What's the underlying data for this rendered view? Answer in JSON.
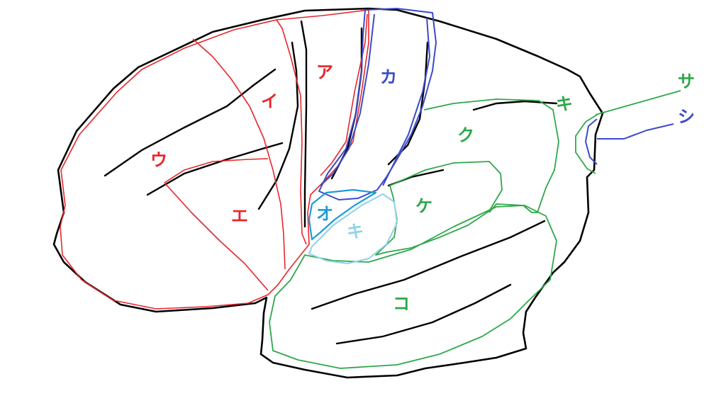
{
  "colors": {
    "outline": "#000000",
    "frontal": "#e8262b",
    "parietal": "#3b4bc8",
    "temporal": "#2ea84a",
    "insula": "#1e9bd8",
    "insula_inner": "#8fd3e6"
  },
  "labels": [
    {
      "id": "a",
      "text": "ア",
      "group": "frontal"
    },
    {
      "id": "i",
      "text": "イ",
      "group": "frontal"
    },
    {
      "id": "u",
      "text": "ウ",
      "group": "frontal"
    },
    {
      "id": "e",
      "text": "エ",
      "group": "frontal"
    },
    {
      "id": "o",
      "text": "オ",
      "group": "insula"
    },
    {
      "id": "ka",
      "text": "カ",
      "group": "parietal"
    },
    {
      "id": "ki_inner",
      "text": "キ",
      "group": "insula_inner"
    },
    {
      "id": "ki",
      "text": "キ",
      "group": "temporal"
    },
    {
      "id": "ku",
      "text": "ク",
      "group": "temporal"
    },
    {
      "id": "ke",
      "text": "ケ",
      "group": "temporal"
    },
    {
      "id": "ko",
      "text": "コ",
      "group": "temporal"
    },
    {
      "id": "sa",
      "text": "サ",
      "group": "temporal"
    },
    {
      "id": "shi",
      "text": "シ",
      "group": "parietal"
    }
  ]
}
